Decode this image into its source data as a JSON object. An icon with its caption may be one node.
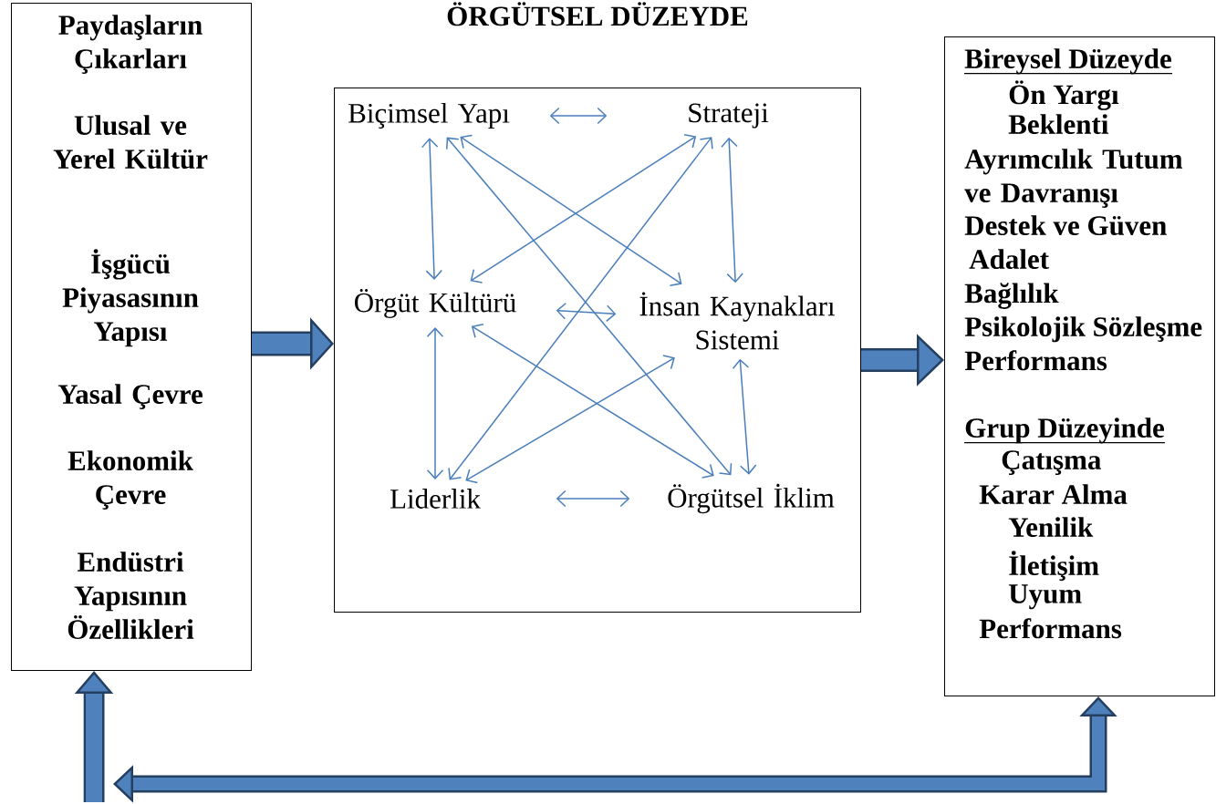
{
  "diagram": {
    "title": "ÖRGÜTSEL DÜZEYDE",
    "nodes": [
      {
        "text": [
          "Paydaşların Çıkarları",
          "Ulusal ve Yerel Kültür",
          "İşgücü Piyasasının Yapısı",
          "Yasal Çevre",
          "Ekonomik Çevre",
          "Endüstri Yapısının Özellikleri"
        ]
      },
      {
        "text": [],
        "shape": "box"
      },
      {
        "text": [
          "Biçimsel Yapı"
        ],
        "in": 1
      },
      {
        "text": [
          "Strateji"
        ],
        "in": 1
      },
      {
        "text": [
          "Örgüt Kültürü"
        ],
        "in": 1
      },
      {
        "text": [
          "İnsan Kaynakları Sistemi"
        ],
        "in": 1
      },
      {
        "text": [
          "Liderlik"
        ],
        "in": 1
      },
      {
        "text": [
          "Örgütsel İklim"
        ],
        "in": 1
      },
      {
        "text": [
          "Bireysel Düzeyde",
          "Ön Yargı",
          "Beklenti",
          "Ayrımcılık Tutum ve Davranışı",
          "Destek ve Güven",
          "Adalet",
          "Bağlılık",
          "Psikolojik Sözleşme",
          "Performans",
          "Grup Düzeyinde",
          "Çatışma",
          "Karar Alma",
          "Yenilik",
          "İletişim",
          "Uyum",
          "Performans"
        ]
      }
    ],
    "edges": [
      {
        "from": 0,
        "to": 1,
        "arrow": "to",
        "style": "thick",
        "color": "#243f60"
      },
      {
        "from": 1,
        "to": 8,
        "arrow": "to",
        "style": "thick",
        "color": "#243f60"
      },
      {
        "from": null,
        "to": 0,
        "arrow": "to",
        "style": "thick",
        "color": "#243f60"
      },
      {
        "from": null,
        "to": 8,
        "arrow": "both",
        "style": "thick",
        "color": "#243f60"
      },
      {
        "from": 2,
        "to": 3,
        "arrow": "both"
      },
      {
        "from": 2,
        "to": 4,
        "arrow": "both"
      },
      {
        "from": 3,
        "to": 5,
        "arrow": "both"
      },
      {
        "from": 4,
        "to": 6,
        "arrow": "both"
      },
      {
        "from": 5,
        "to": 7,
        "arrow": "both"
      },
      {
        "from": 6,
        "to": 7,
        "arrow": "both"
      },
      {
        "from": 4,
        "to": 5,
        "arrow": "both"
      },
      {
        "from": 2,
        "to": 5,
        "arrow": "both"
      },
      {
        "from": 2,
        "to": 7,
        "arrow": "both"
      },
      {
        "from": 3,
        "to": 4,
        "arrow": "both"
      },
      {
        "from": 3,
        "to": 6,
        "arrow": "both"
      },
      {
        "from": 4,
        "to": 7,
        "arrow": "both"
      },
      {
        "from": 5,
        "to": 6,
        "arrow": "both"
      }
    ]
  }
}
